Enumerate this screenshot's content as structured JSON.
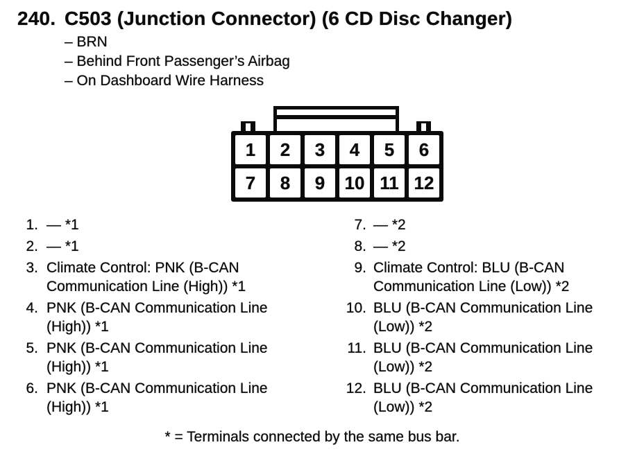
{
  "colors": {
    "ink": "#0b0b0b",
    "paper": "#ffffff"
  },
  "header": {
    "item_number": "240.",
    "title": "C503 (Junction Connector) (6 CD Disc Changer)"
  },
  "location_notes": [
    "– BRN",
    "– Behind Front Passenger’s Airbag",
    "– On Dashboard Wire Harness"
  ],
  "connector": {
    "pins": [
      "1",
      "2",
      "3",
      "4",
      "5",
      "6",
      "7",
      "8",
      "9",
      "10",
      "11",
      "12"
    ]
  },
  "pin_list": {
    "left": [
      {
        "num": "1.",
        "desc": "— *1"
      },
      {
        "num": "2.",
        "desc": "— *1"
      },
      {
        "num": "3.",
        "desc": "Climate Control: PNK (B-CAN\nCommunication Line (High)) *1"
      },
      {
        "num": "4.",
        "desc": "PNK (B-CAN Communication Line\n(High)) *1"
      },
      {
        "num": "5.",
        "desc": "PNK (B-CAN Communication Line\n(High)) *1"
      },
      {
        "num": "6.",
        "desc": "PNK (B-CAN Communication Line\n(High)) *1"
      }
    ],
    "right": [
      {
        "num": "7.",
        "desc": "— *2"
      },
      {
        "num": "8.",
        "desc": "— *2"
      },
      {
        "num": "9.",
        "desc": "Climate Control: BLU (B-CAN\nCommunication Line (Low)) *2"
      },
      {
        "num": "10.",
        "desc": "BLU (B-CAN Communication Line\n(Low)) *2"
      },
      {
        "num": "11.",
        "desc": "BLU (B-CAN Communication Line\n(Low)) *2"
      },
      {
        "num": "12.",
        "desc": "BLU (B-CAN Communication Line\n(Low)) *2"
      }
    ]
  },
  "footnote": "* = Terminals connected by the same bus bar."
}
